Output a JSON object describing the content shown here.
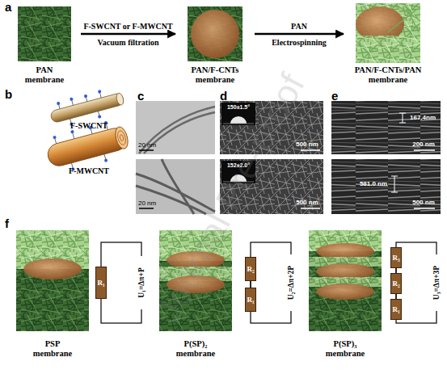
{
  "diagram": {
    "nodes": [
      {
        "text": [
          "PAN membrane"
        ]
      },
      {
        "text": [
          "PAN/F-CNTs membrane"
        ]
      },
      {
        "text": [
          "PAN/F-CNTs/PAN membrane"
        ]
      },
      {
        "text": [
          "PSP membrane"
        ]
      },
      {
        "text": [
          "R₁"
        ]
      },
      {
        "text": [
          "P(SP)₂ membrane"
        ]
      },
      {
        "text": [
          "R₂"
        ]
      },
      {
        "text": [
          "R₁"
        ]
      },
      {
        "text": [
          "P(SP)₃ membrane"
        ]
      },
      {
        "text": [
          "R₃"
        ]
      },
      {
        "text": [
          "R₂"
        ]
      },
      {
        "text": [
          "R₁"
        ]
      }
    ],
    "edges": [
      {
        "from": 0,
        "to": 1,
        "arrow": "to",
        "label": "F-SWCNT or F-MWCNT"
      },
      {
        "from": 1,
        "to": 2,
        "arrow": "to",
        "label": "PAN"
      },
      {
        "from": 6,
        "to": 7,
        "arrow": "none"
      },
      {
        "from": 9,
        "to": 10,
        "arrow": "none"
      },
      {
        "from": 10,
        "to": 11,
        "arrow": "none"
      }
    ],
    "labels": [
      "a",
      "Vacuum filtration",
      "Electrospinning",
      "b",
      "F-SWCNT",
      "F-MWCNT",
      "c",
      "20 nm",
      "20 nm",
      "d",
      "150±1.5°",
      "500 nm",
      "152±2.0°",
      "500 nm",
      "e",
      "167.4nm",
      "200 nm",
      "581.0 nm",
      "500 nm",
      "f",
      "U₁=Δπ+P",
      "U₂=Δπ+2P",
      "U₃=Δπ+3P",
      "Journal Pre-proof"
    ]
  }
}
